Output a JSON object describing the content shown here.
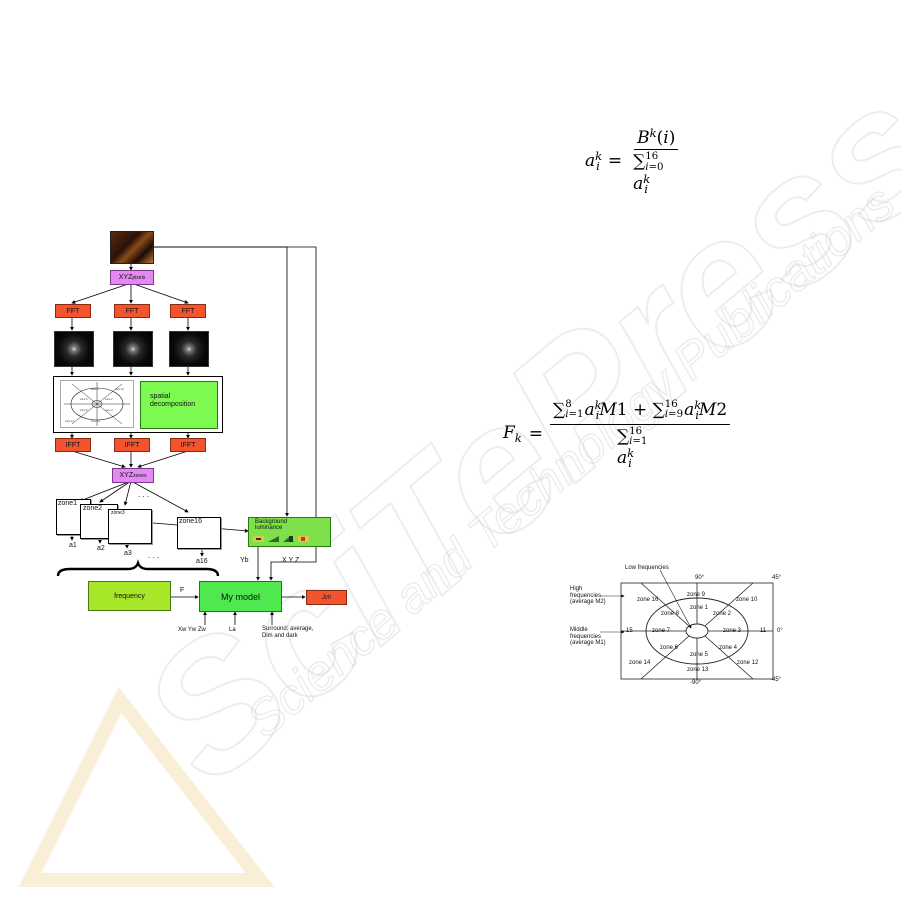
{
  "watermark": {
    "line1": "SciTePress",
    "line2": "Science and Technology Publications"
  },
  "flowchart": {
    "input_xyz": "XYZ",
    "input_xyz_sub": "pixels",
    "fft_label": "FFT",
    "ifft_label": "IFFT",
    "spatial_label": "spatial decomposition",
    "output_xyz": "XYZ",
    "output_xyz_sub": "zones",
    "zone1": "zone1",
    "zone2": "zone2",
    "zone3": "zone3",
    "zone16": "zone16",
    "a1": "a1",
    "a2": "a2",
    "a3": "a3",
    "a16": "a16",
    "dots": ". . .",
    "background_label": "Background luminance",
    "yb": "Yb",
    "xyz": "X Y Z",
    "frequency": "frequency",
    "f_arrow": "F",
    "model": "My model",
    "output": "Jch",
    "white_point": "Xw Yw Zw",
    "la": "La",
    "surround": "Surround: average,\nDim and dark"
  },
  "zone_diagram": {
    "low_freq": "Low frequencies",
    "high_freq": "High\nfrequencies\n(average M2)",
    "mid_freq": "Middle\nfrequencies\n(average M1)",
    "deg_90": "90°",
    "deg_45": "45°",
    "deg_0": "0°",
    "deg_m45": "-45°",
    "deg_m90": "-90°",
    "z1": "zone 1",
    "z2": "zone 2",
    "z3": "zone 3",
    "z4": "zone 4",
    "z5": "zone 5",
    "z6": "zone 6",
    "z7": "zone 7",
    "z8": "zone 8",
    "z9": "zone 9",
    "z10": "zone 10",
    "z11": "11",
    "z12": "zone 12",
    "z13": "zone 13",
    "z14": "zone 14",
    "z15": "15",
    "z16": "zone 16"
  }
}
